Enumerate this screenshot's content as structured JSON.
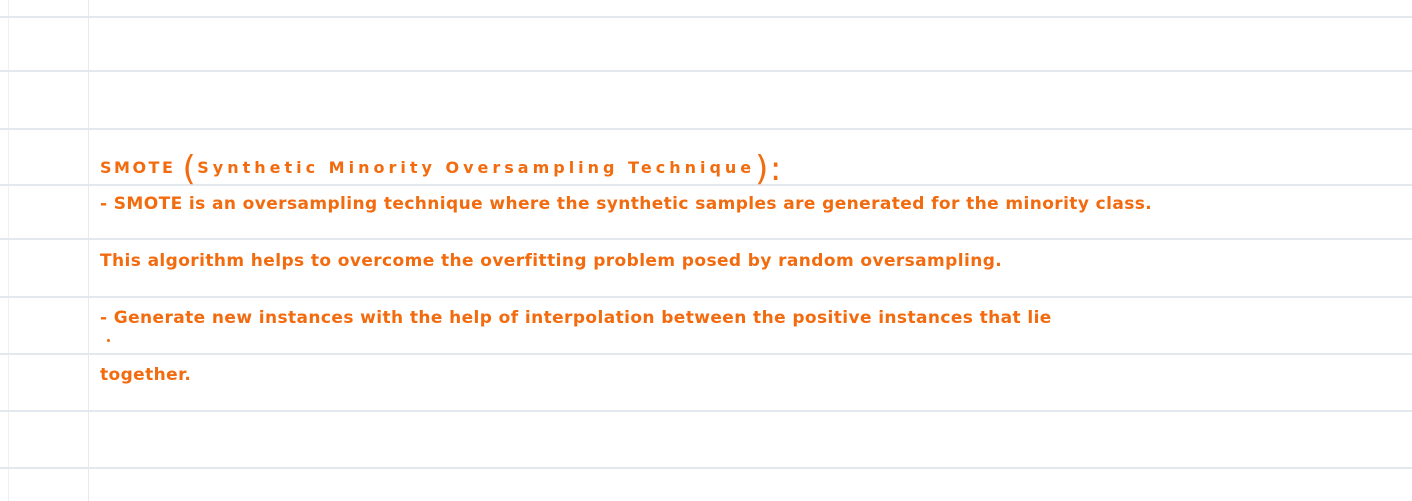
{
  "note": {
    "heading": {
      "acronym": "SMOTE",
      "open_paren": "(",
      "expansion": "Synthetic Minority Oversampling Technique",
      "close_paren": "):"
    },
    "lines": [
      "- SMOTE is an oversampling technique where the synthetic samples are generated for the minority class.",
      "This algorithm helps to overcome the overfitting problem posed by random oversampling.",
      "- Generate new instances with the help of interpolation between the positive instances that lie",
      "together."
    ]
  },
  "colors": {
    "ink": "#f26b0f",
    "rule": "#e3e8ef",
    "paper": "#ffffff"
  }
}
